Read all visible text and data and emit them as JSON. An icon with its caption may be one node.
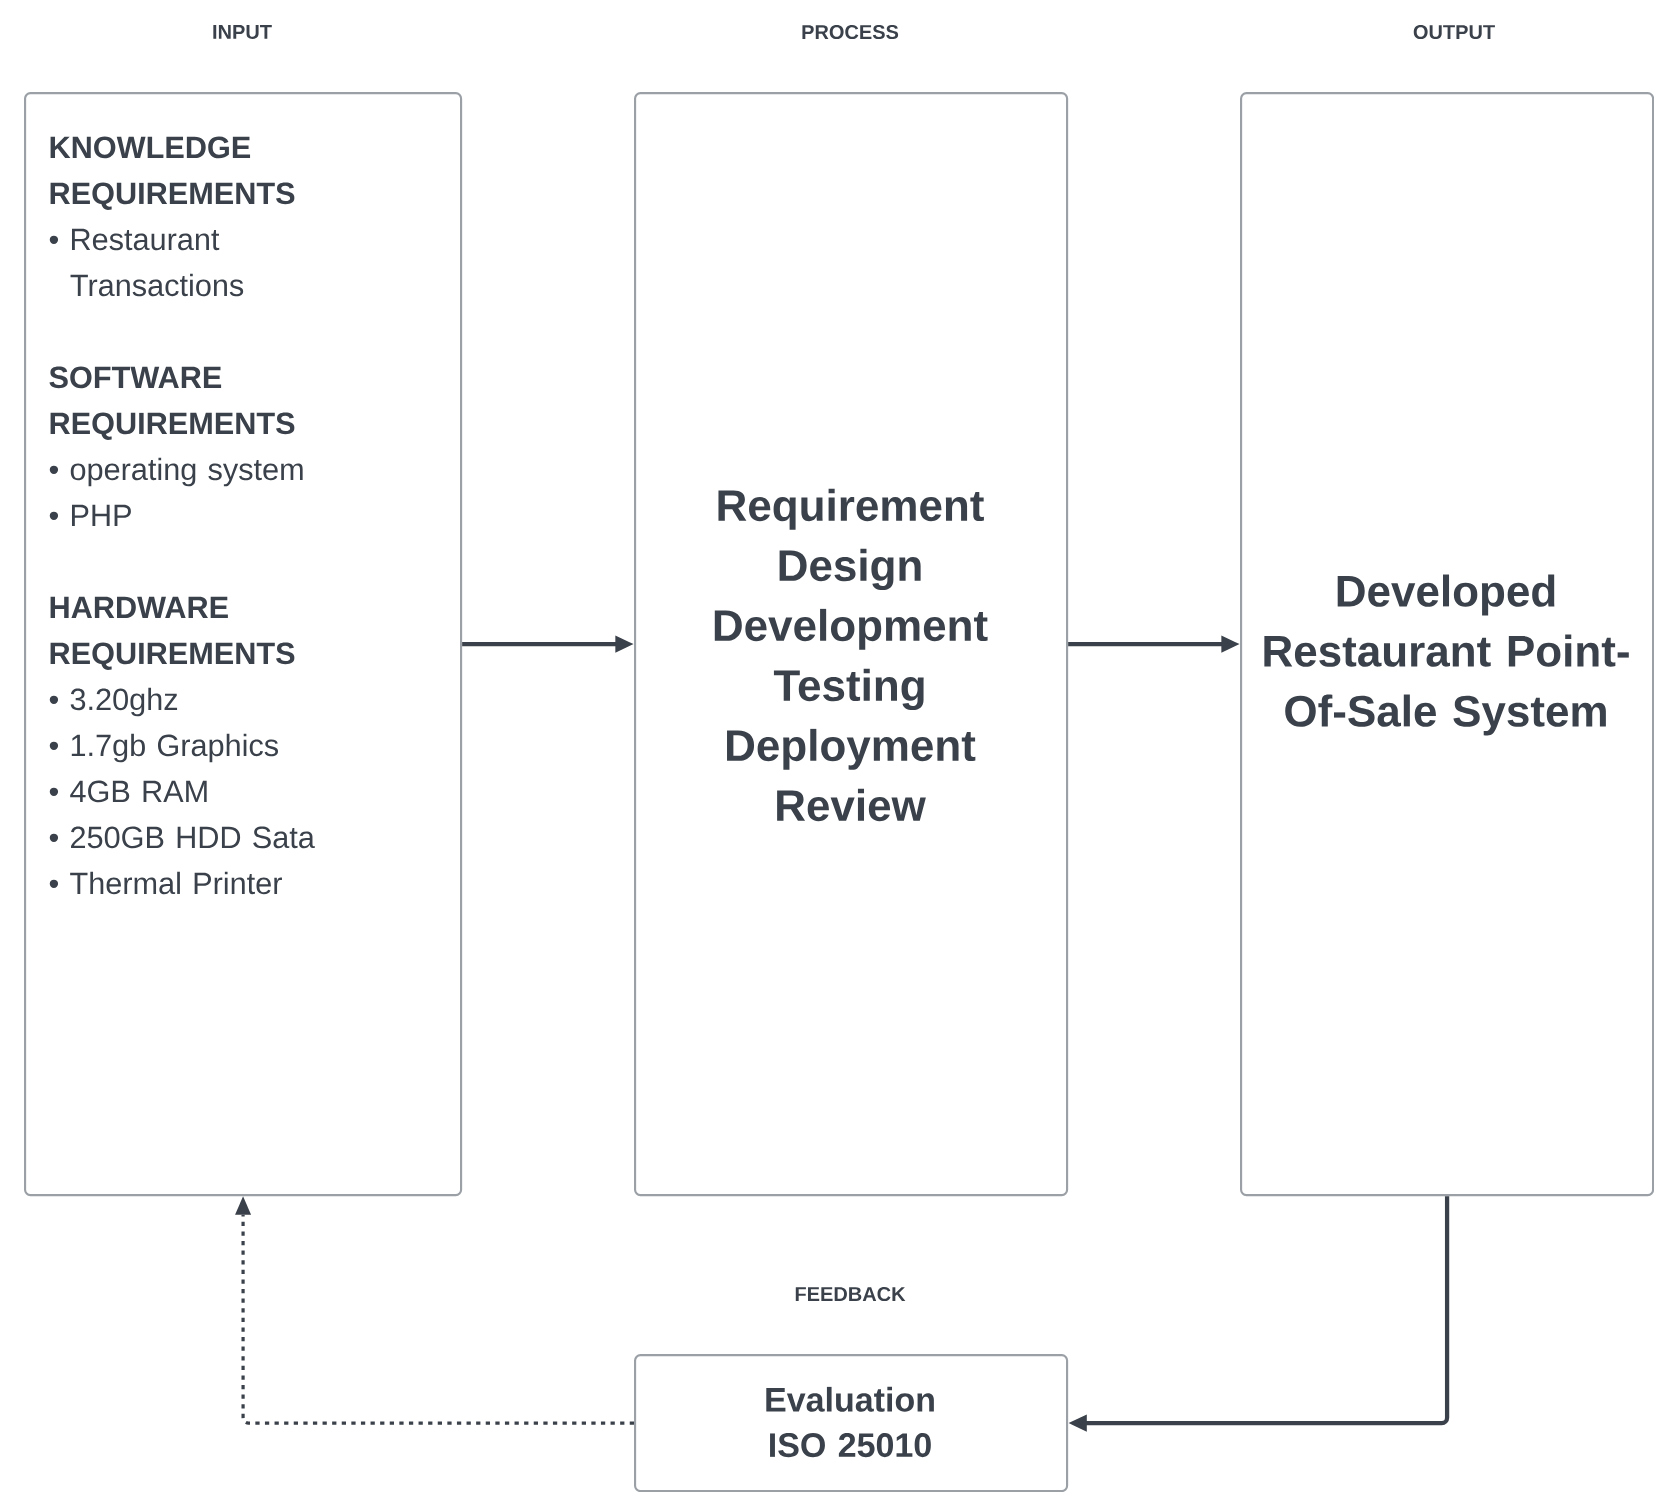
{
  "diagram": {
    "nodes": [
      {
        "text": [
          "INPUT",
          "KNOWLEDGE REQUIREMENTS",
          "• Restaurant Transactions",
          "SOFTWARE REQUIREMENTS",
          "• operating system",
          "• PHP",
          "HARDWARE REQUIREMENTS",
          "• 3.20ghz",
          "• 1.7gb Graphics",
          "• 4GB RAM",
          "• 250GB HDD Sata",
          "• Thermal Printer"
        ]
      },
      {
        "text": [
          "PROCESS",
          "Requirement",
          "Design",
          "Development",
          "Testing",
          "Deployment",
          "Review"
        ]
      },
      {
        "text": [
          "OUTPUT",
          "Developed Restaurant Point-Of-Sale System"
        ]
      },
      {
        "text": [
          "FEEDBACK",
          "Evaluation ISO 25010"
        ]
      }
    ],
    "edges": [
      {
        "from": 0,
        "to": 1,
        "arrow": "to"
      },
      {
        "from": 1,
        "to": 2,
        "arrow": "to"
      },
      {
        "from": 2,
        "to": 3,
        "arrow": "to"
      },
      {
        "from": 3,
        "to": 0,
        "arrow": "to",
        "style": "dashed"
      }
    ]
  }
}
